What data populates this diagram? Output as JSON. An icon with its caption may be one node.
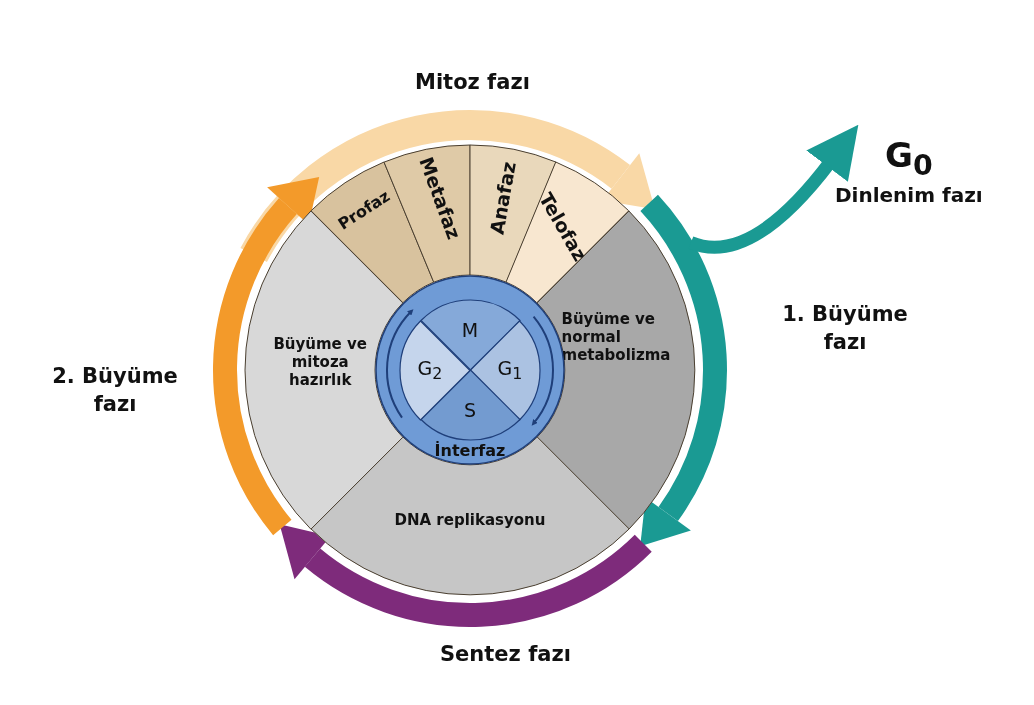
{
  "diagram": {
    "nodes": [
      {
        "text": [
          "Profaz"
        ]
      },
      {
        "text": [
          "Metafaz"
        ]
      },
      {
        "text": [
          "Anafaz"
        ]
      },
      {
        "text": [
          "Telofaz"
        ]
      },
      {
        "text": [
          "Büyüme ve normal metabolizma"
        ]
      },
      {
        "text": [
          "DNA replikasyonu"
        ]
      },
      {
        "text": [
          "Büyüme ve mitoza hazırlık"
        ]
      },
      {
        "text": [
          "İnterfaz"
        ]
      },
      {
        "text": [
          "M"
        ],
        "in": 7
      },
      {
        "text": [
          "G$_{1}$"
        ],
        "in": 7
      },
      {
        "text": [
          "S"
        ],
        "in": 7
      },
      {
        "text": [
          "G$_{2}$"
        ],
        "in": 7
      },
      {
        "text": [
          "G$_{0}$",
          "Dinlenim fazı"
        ]
      }
    ],
    "edges": [
      {
        "from": null,
        "to": 12,
        "arrow": "to"
      }
    ],
    "labels": [
      "Mitoz fazı",
      "1. Büyüme fazı",
      "Sentez fazı",
      "2. Büyüme fazı"
    ]
  }
}
